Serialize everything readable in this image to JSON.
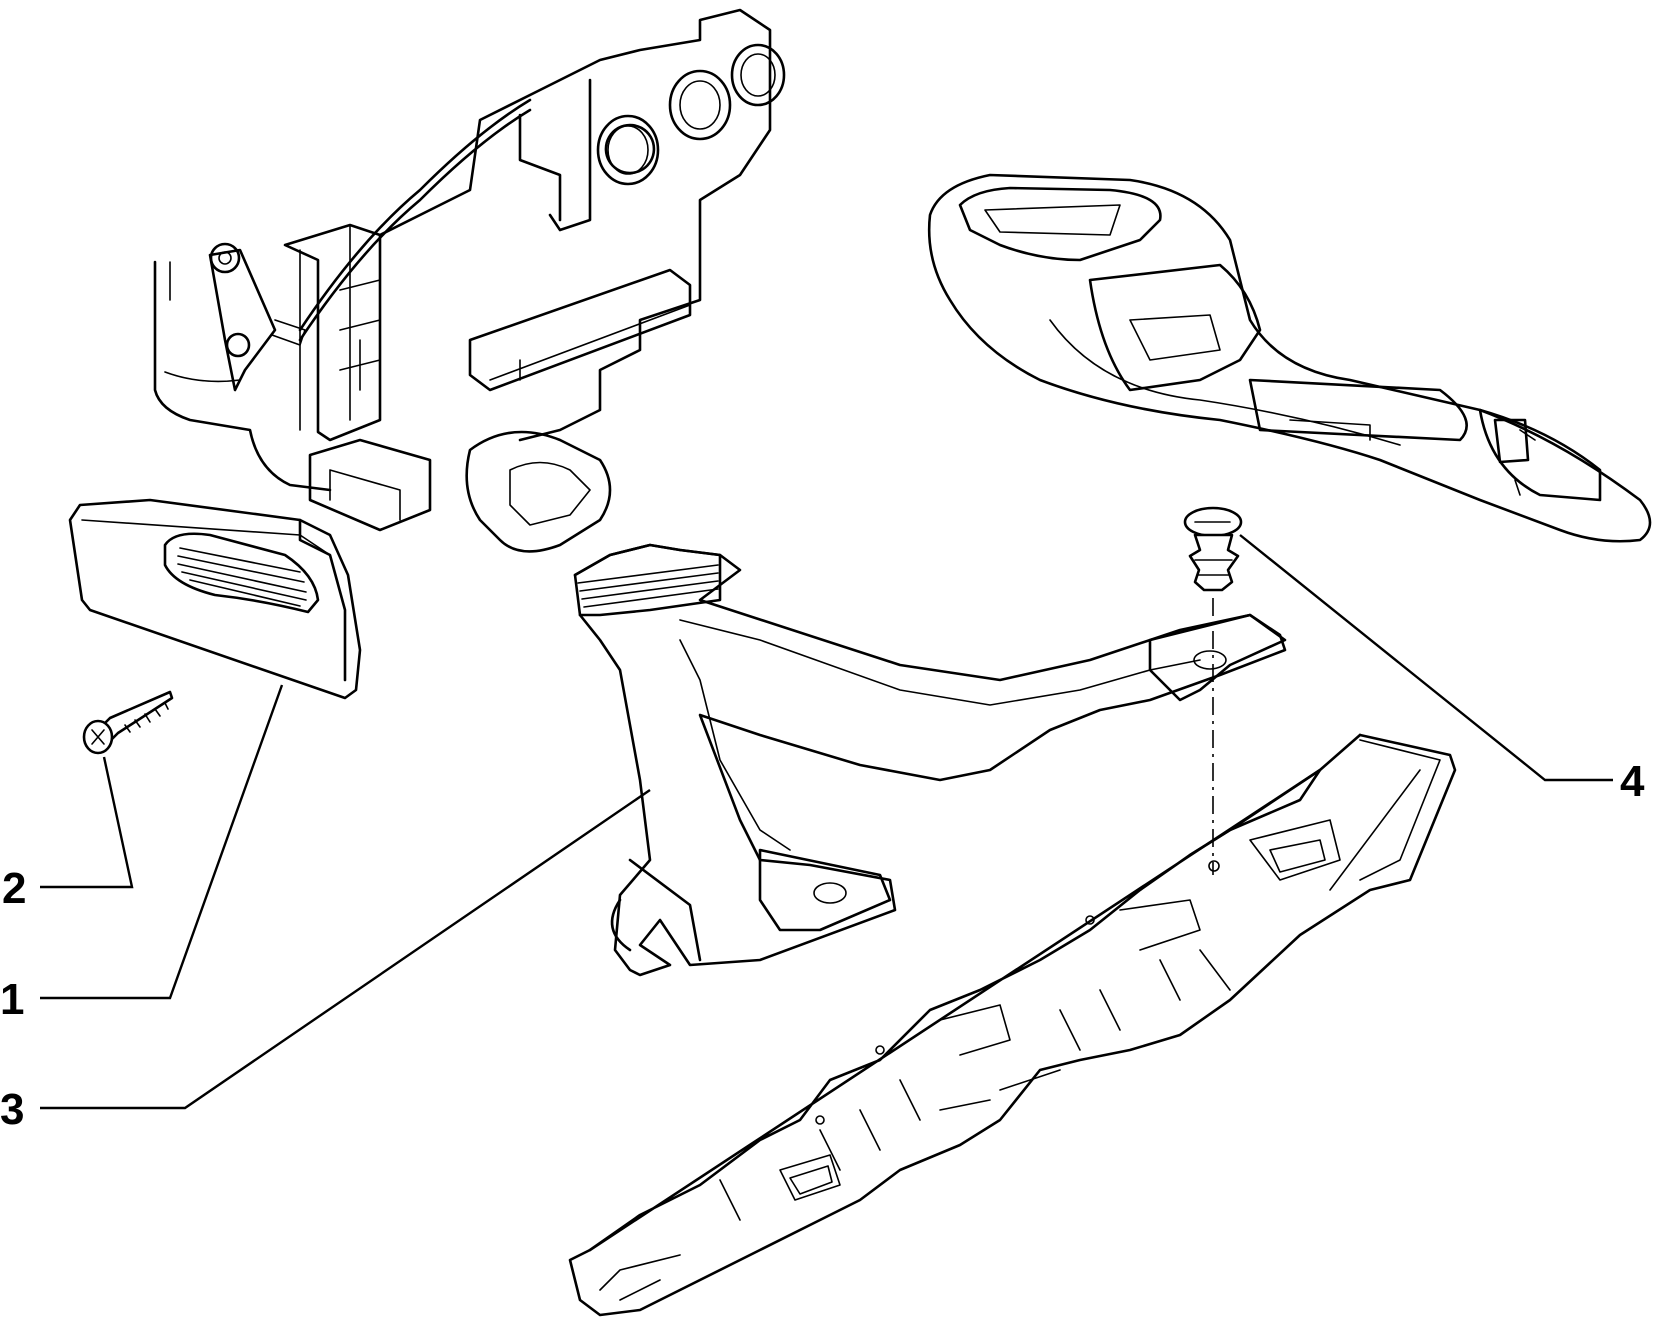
{
  "callouts": [
    {
      "id": "1",
      "label": "1"
    },
    {
      "id": "2",
      "label": "2"
    },
    {
      "id": "3",
      "label": "3"
    },
    {
      "id": "4",
      "label": "4"
    }
  ],
  "parts": [
    {
      "ref": "1",
      "name": "vent-grille-panel"
    },
    {
      "ref": "2",
      "name": "screw"
    },
    {
      "ref": "3",
      "name": "air-duct"
    },
    {
      "ref": "4",
      "name": "plastic-clip"
    }
  ],
  "context_parts": [
    "heater-unit",
    "center-console",
    "floor-channel-duct"
  ]
}
